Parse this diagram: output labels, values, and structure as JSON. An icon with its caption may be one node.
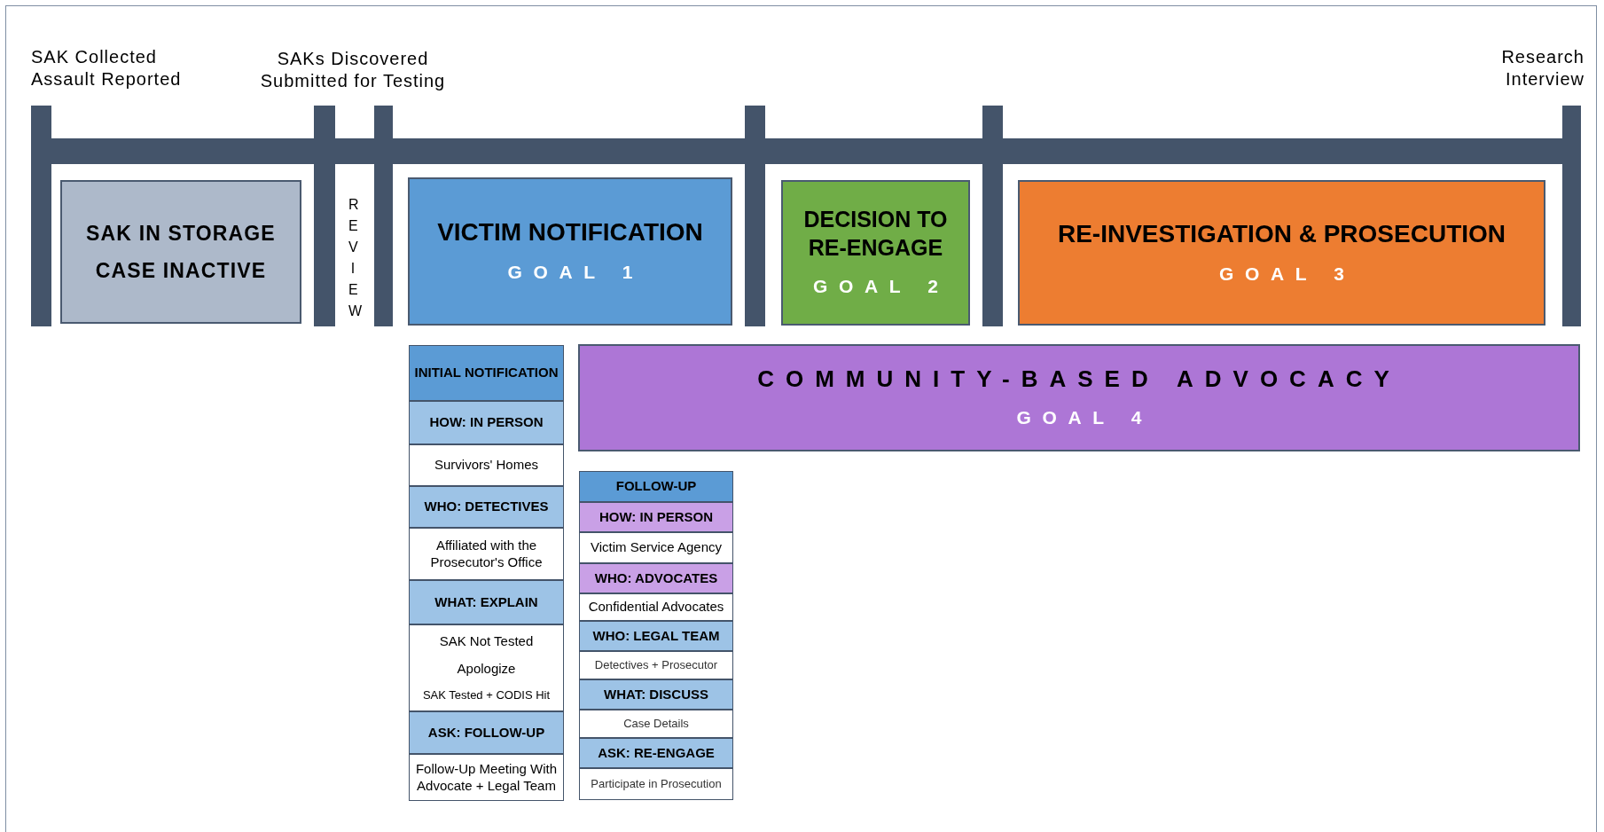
{
  "diagram": {
    "nodes": [
      {
        "text": [
          "SAK IN STORAGE",
          "CASE INACTIVE"
        ]
      },
      {
        "text": [
          "VICTIM NOTIFICATION",
          "GOAL 1"
        ]
      },
      {
        "text": [
          "DECISION TO RE-ENGAGE",
          "GOAL 2"
        ]
      },
      {
        "text": [
          "RE-INVESTIGATION & PROSECUTION",
          "GOAL 3"
        ]
      },
      {
        "text": [
          "COMMUNITY-BASED ADVOCACY",
          "GOAL 4"
        ]
      },
      {
        "text": [
          "INITIAL NOTIFICATION"
        ]
      },
      {
        "text": [
          "HOW: IN PERSON"
        ]
      },
      {
        "text": [
          "Survivors' Homes"
        ]
      },
      {
        "text": [
          "WHO: DETECTIVES"
        ]
      },
      {
        "text": [
          "Affiliated with the Prosecutor's Office"
        ]
      },
      {
        "text": [
          "WHAT: EXPLAIN"
        ]
      },
      {
        "text": [
          "SAK Not Tested",
          "Apologize",
          "SAK Tested + CODIS Hit"
        ]
      },
      {
        "text": [
          "ASK: FOLLOW-UP"
        ]
      },
      {
        "text": [
          "Follow-Up Meeting With Advocate + Legal Team"
        ]
      },
      {
        "text": [
          "FOLLOW-UP"
        ]
      },
      {
        "text": [
          "HOW: IN PERSON"
        ]
      },
      {
        "text": [
          "Victim Service Agency"
        ]
      },
      {
        "text": [
          "WHO: ADVOCATES"
        ]
      },
      {
        "text": [
          "Confidential Advocates"
        ]
      },
      {
        "text": [
          "WHO: LEGAL TEAM"
        ]
      },
      {
        "text": [
          "Detectives + Prosecutor"
        ]
      },
      {
        "text": [
          "WHAT: DISCUSS"
        ]
      },
      {
        "text": [
          "Case Details"
        ]
      },
      {
        "text": [
          "ASK: RE-ENGAGE"
        ]
      },
      {
        "text": [
          "Participate in Prosecution"
        ]
      }
    ],
    "labels": [
      "SAK Collected Assault Reported",
      "SAKs Discovered Submitted for Testing",
      "REVIEW",
      "Research Interview"
    ]
  }
}
